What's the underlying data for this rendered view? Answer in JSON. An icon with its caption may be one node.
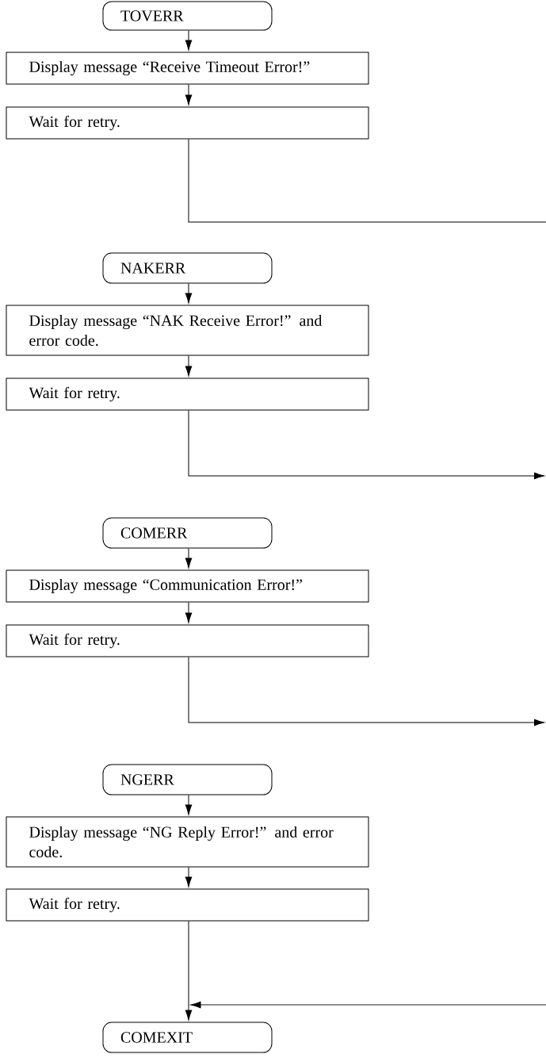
{
  "diagram": {
    "nodes": [
      {
        "text": [
          "TOVERR"
        ]
      },
      {
        "text": [
          "Display message “Receive Timeout Error!”"
        ]
      },
      {
        "text": [
          "Wait for retry."
        ]
      },
      {
        "text": [
          "NAKERR"
        ]
      },
      {
        "text": [
          "Display message “NAK Receive Error!” and error code."
        ]
      },
      {
        "text": [
          "Wait for retry."
        ]
      },
      {
        "text": [
          "COMERR"
        ]
      },
      {
        "text": [
          "Display message “Communication Error!”"
        ]
      },
      {
        "text": [
          "Wait for retry."
        ]
      },
      {
        "text": [
          "NGERR"
        ]
      },
      {
        "text": [
          "Display message “NG Reply Error!” and error code."
        ]
      },
      {
        "text": [
          "Wait for retry."
        ]
      },
      {
        "text": [
          "COMEXIT"
        ]
      }
    ],
    "edges": [
      {
        "from": 0,
        "to": 1,
        "arrow": "to"
      },
      {
        "from": 1,
        "to": 2,
        "arrow": "to"
      },
      {
        "from": 2,
        "to": null,
        "arrow": "none"
      },
      {
        "from": 3,
        "to": 4,
        "arrow": "to"
      },
      {
        "from": 4,
        "to": 5,
        "arrow": "to"
      },
      {
        "from": 5,
        "to": null,
        "arrow": "to"
      },
      {
        "from": 6,
        "to": 7,
        "arrow": "to"
      },
      {
        "from": 7,
        "to": 8,
        "arrow": "to"
      },
      {
        "from": 8,
        "to": null,
        "arrow": "to"
      },
      {
        "from": 9,
        "to": 10,
        "arrow": "to"
      },
      {
        "from": 10,
        "to": 11,
        "arrow": "to"
      },
      {
        "from": 11,
        "to": 12,
        "arrow": "to"
      },
      {
        "from": null,
        "to": 12,
        "arrow": "to"
      }
    ]
  }
}
